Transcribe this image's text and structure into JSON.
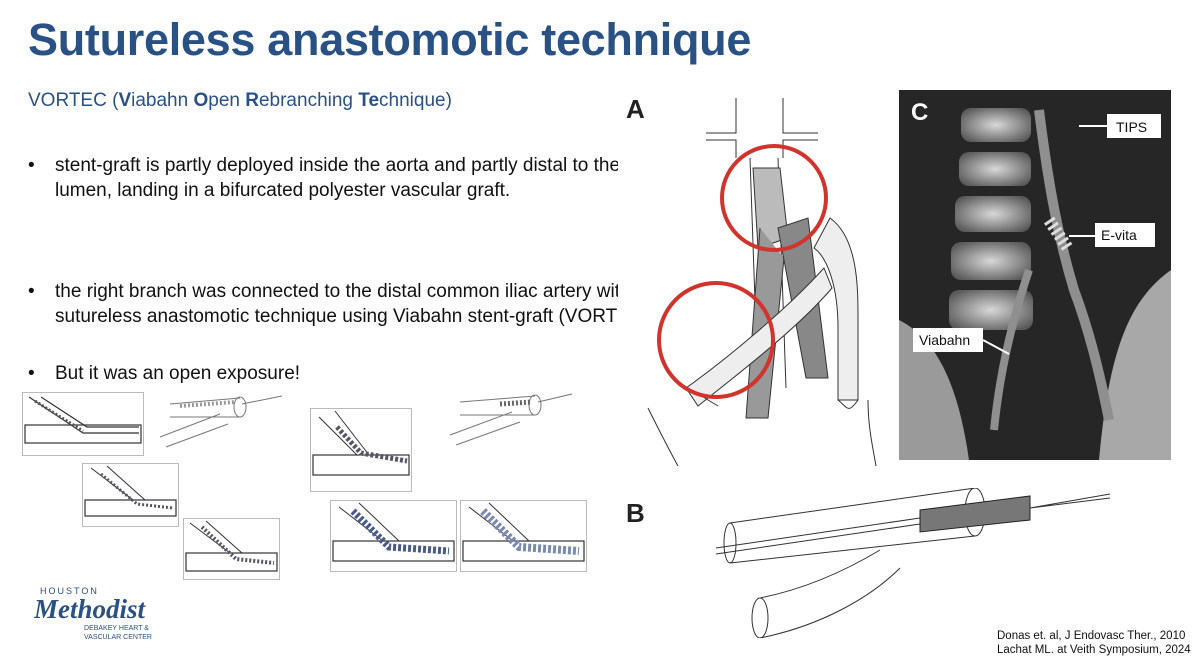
{
  "slide": {
    "title": "Sutureless anastomotic technique",
    "subtitle": {
      "pre": "VORTEC (",
      "v": "V",
      "iabahn": "iabahn ",
      "o": "O",
      "pen": "pen ",
      "r": "R",
      "ebranching": "ebranching ",
      "te": "Te",
      "chnique": "chnique)"
    },
    "bullets": [
      {
        "marker": "•",
        "text": "stent-graft is partly deployed inside the aorta and partly distal to the aortic lumen, landing in a bifurcated polyester vascular graft."
      },
      {
        "marker": "•",
        "text": "the right branch was connected to the distal common iliac artery with a sutureless anastomotic technique using Viabahn stent-graft (VORTEC)"
      },
      {
        "marker": "•",
        "text": "But it was an open exposure!"
      }
    ],
    "panel_labels": {
      "a": "A",
      "b": "B",
      "c": "C"
    },
    "ct_labels": {
      "tips": "TIPS",
      "evita": "E-vita",
      "viabahn": "Viabahn"
    },
    "logo": {
      "top": "HOUSTON",
      "name": "Methodist",
      "line1": "DEBAKEY HEART &",
      "line2": "VASCULAR CENTER"
    },
    "citations": [
      "Donas et. al, J Endovasc Ther., 2010",
      "Lachat ML. at Veith Symposium, 2024"
    ],
    "colors": {
      "title": "#2a5183",
      "highlight_circle": "#d0342c",
      "logo": "#2a5183"
    }
  }
}
